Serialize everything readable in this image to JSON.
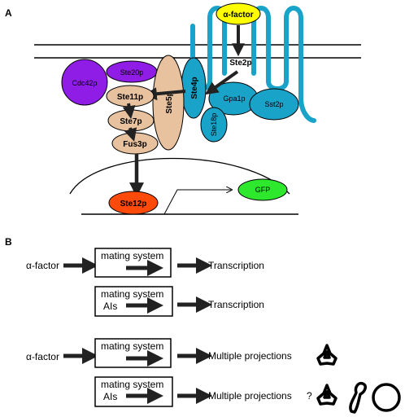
{
  "panels": {
    "a": "A",
    "b": "B"
  },
  "pathway": {
    "alpha_factor": "α-factor",
    "ste2p": "Ste2p",
    "cdc42p": "Cdc42p",
    "ste20p": "Ste20p",
    "ste5p": "Ste5p",
    "ste4p": "Ste4p",
    "gpa1p": "Gpa1p",
    "sst2p": "Sst2p",
    "ste18p": "Ste18p",
    "ste11p": "Ste11p",
    "ste7p": "Ste7p",
    "fus3p": "Fus3p",
    "ste12p": "Ste12p",
    "gfp": "GFP",
    "colors": {
      "alpha_factor": "#ffff00",
      "membrane_protein": "#1aa3c9",
      "receptor_line": "#1aa3c9",
      "cdc42p": "#8f1de6",
      "ste20p": "#8f1de6",
      "kinase": "#e8c29e",
      "ste12p": "#ff4a0a",
      "gfp": "#2ee82e"
    }
  },
  "rows": [
    {
      "input": "α-factor",
      "box": "mating system",
      "box_sub": "",
      "output": "Transcription",
      "suffix": ""
    },
    {
      "input": "",
      "box": "mating system",
      "box_sub": "AIs",
      "output": "Transcription",
      "suffix": ""
    },
    {
      "input": "α-factor",
      "box": "mating system",
      "box_sub": "",
      "output": "Multiple projections",
      "suffix": ""
    },
    {
      "input": "",
      "box": "mating system",
      "box_sub": "AIs",
      "output": "Multiple projections",
      "suffix": "?"
    }
  ]
}
